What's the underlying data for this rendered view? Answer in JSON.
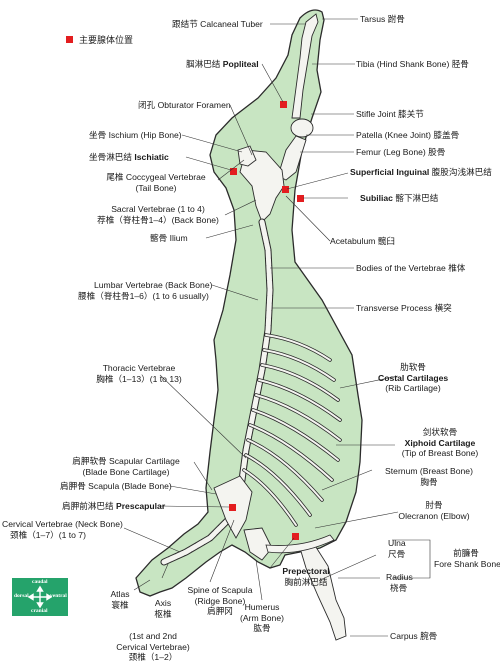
{
  "legend": {
    "label": "主要腺体位置",
    "marker_color": "#e31d1f"
  },
  "colors": {
    "body": "#c8e5c2",
    "outline": "#2b2b2b",
    "bone": "#f4f4f0",
    "node": "#e31d1f",
    "compass": "#25a36b"
  },
  "compass": {
    "caudal": "caudal",
    "cranial": "cranial",
    "dorsal": "dorsal",
    "ventral": "ventral"
  },
  "labels": {
    "calcaneal_tuber": "跟结节 Calcaneal Tuber",
    "tarsus": "Tarsus 跗骨",
    "popliteal": {
      "zh": "腘淋巴结",
      "en": "Popliteal"
    },
    "tibia": "Tibia (Hind Shank Bone) 胫骨",
    "obturator": "闭孔 Obturator Foramen",
    "stifle": "Stifle Joint 膝关节",
    "ischium": "坐骨 Ischium (Hip Bone)",
    "patella": "Patella (Knee Joint) 膝盖骨",
    "ischiatic": {
      "zh": "坐骨淋巴结",
      "en": "Ischiatic"
    },
    "femur": "Femur (Leg Bone) 股骨",
    "coccygeal_1": "尾椎 Coccygeal Vertebrae",
    "coccygeal_2": "(Tail Bone)",
    "superficial_inguinal": {
      "en": "Superficial Inguinal",
      "zh": "腹股沟浅淋巴结"
    },
    "subiliac": {
      "en": "Subiliac",
      "zh": "髂下淋巴结"
    },
    "sacral_1": "Sacral Vertebrae (1 to 4)",
    "sacral_2": "荐椎（脊柱骨1–4）(Back Bone)",
    "acetabulum": "Acetabulum 髋臼",
    "ilium": "髂骨 Ilium",
    "bodies_vertebrae": "Bodies of the Vertebrae 椎体",
    "lumbar_1": "Lumbar Vertebrae (Back Bone)",
    "lumbar_2": "腰椎（脊柱骨1–6）(1 to 6 usually)",
    "transverse": "Transverse Process 横突",
    "costal_1": "肋软骨",
    "costal_2": "Costal Cartilages",
    "costal_3": "(Rib Cartilage)",
    "thoracic_1": "Thoracic Vertebrae",
    "thoracic_2": "胸椎（1–13）(1 to 13)",
    "xiphoid_1": "剑状软骨",
    "xiphoid_2": "Xiphoid  Cartilage",
    "xiphoid_3": "(Tip of Breast Bone)",
    "scapular_cart_1": "肩胛软骨 Scapular Cartilage",
    "scapular_cart_2": "(Blade Bone Cartilage)",
    "sternum_1": "Sternum (Breast Bone)",
    "sternum_2": "胸骨",
    "scapula": "肩胛骨  Scapula (Blade Bone)",
    "olecranon_1": "肘骨",
    "olecranon_2": "Olecranon (Elbow)",
    "prescapular": {
      "zh": "肩胛前淋巴结",
      "en": "Prescapular"
    },
    "cervical_1": "Cervical Vertebrae (Neck Bone)",
    "cervical_2": "颈椎（1–7）(1 to 7)",
    "ulna_1": "Ulna",
    "ulna_2": "尺骨",
    "fore_shank_1": "前臁骨",
    "fore_shank_2": "Fore Shank Bone",
    "atlas_1": "Atlas",
    "atlas_2": "寰椎",
    "axis_1": "Axis",
    "axis_2": "枢椎",
    "spine_1": "Spine of Scapula",
    "spine_2": "(Ridge Bone)",
    "spine_3": "肩胛冈",
    "prepectoral_1": "Prepectoral",
    "prepectoral_2": "胸前淋巴结",
    "humerus_1": "Humerus",
    "humerus_2": "(Arm Bone)",
    "humerus_3": "肱骨",
    "radius_1": "Radius",
    "radius_2": "桡骨",
    "carpus": "Carpus 腕骨",
    "first_second_1": "(1st and 2nd",
    "first_second_2": "Cervical Vertebrae)",
    "first_second_3": "颈椎（1–2）"
  }
}
